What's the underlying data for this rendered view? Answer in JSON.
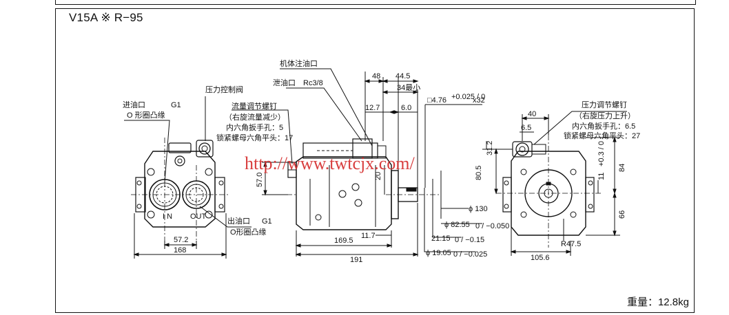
{
  "title": "V15A ※ R−95",
  "weight": "重量：12.8kg",
  "watermark": "http://www.twtcjx.com/",
  "left_view": {
    "inlet_label": "进油口",
    "inlet_spec": "G1",
    "inlet_note": "O 形圈凸缘",
    "pressure_valve_label": "压力控制阀",
    "outlet_label": "出油口",
    "outlet_spec": "G1",
    "outlet_note": "O形圈凸缘",
    "port_in": "I N",
    "port_out": "OUT",
    "dim_port_spacing": "57.2",
    "dim_width": "168"
  },
  "middle_view": {
    "fill_port_label": "机体注油口",
    "drain_label": "泄油口",
    "drain_spec": "Rc3/8",
    "flow_screw_label": "流量调节螺钉",
    "flow_screw_note": "（右旋流量减少）",
    "flow_screw_hex": "内六角扳手孔：5",
    "flow_screw_nut": "锁紧螺母六角平头：17",
    "dim_48": "48",
    "dim_44_5": "44.5",
    "dim_34": "34最小",
    "dim_12_7": "12.7",
    "dim_6_0": "6.0",
    "dim_key": "□4.76",
    "dim_key_tol": "+0.025 / 0",
    "dim_key_len": "x32",
    "dim_57": "57.0",
    "dim_20": "20",
    "dim_169_5": "169.5",
    "dim_11_7": "11.7",
    "dim_191": "191",
    "dim_phi130": "ϕ 130",
    "dim_phi82": "ϕ 82.55",
    "dim_phi82_tol": "0 / −0.050",
    "dim_21": "21.15",
    "dim_21_tol": "0 / −0.15",
    "dim_phi19": "ϕ 19.05",
    "dim_phi19_tol": "0 / −0.025"
  },
  "right_view": {
    "pressure_screw_label": "压力调节螺钉",
    "pressure_screw_note": "（右旋压力上升）",
    "pressure_screw_hex": "内六角扳手孔：6.5",
    "pressure_screw_nut": "锁紧螺母六角平头：27",
    "dim_40": "40",
    "dim_6_5": "6.5",
    "dim_31_2": "31.2",
    "dim_80_5": "80.5",
    "dim_11": "11",
    "dim_11_tol": "+0.3 / 0",
    "dim_84": "84",
    "dim_66": "66",
    "dim_r47_5": "R47.5",
    "dim_105_6": "105.6"
  }
}
